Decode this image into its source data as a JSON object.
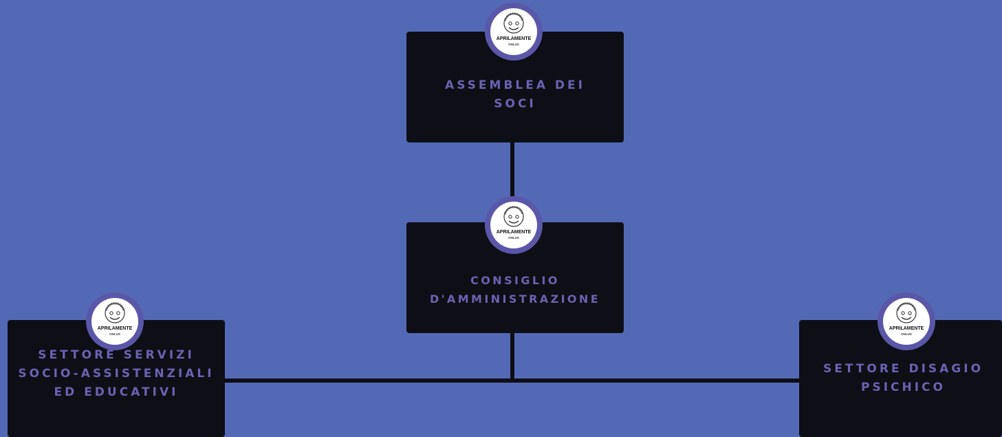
{
  "diagram": {
    "colors": {
      "background": "#5469b5",
      "box": "#0e0e16",
      "label": "#6a63b2",
      "connector": "#0e0e16",
      "badge_ring": "#5a56a8"
    },
    "logo": {
      "icon": "smiley-face-logo-icon",
      "name": "APRILAMENTE",
      "suffix": "ONLUS"
    },
    "nodes": {
      "assemblea": {
        "label": "ASSEMBLEA DEI SOCI"
      },
      "consiglio": {
        "label": "CONSIGLIO D'AMMINISTRAZIONE"
      },
      "servizi": {
        "label": "SETTORE SERVIZI SOCIO-ASSISTENZIALI ED EDUCATIVI"
      },
      "disagio": {
        "label": "SETTORE DISAGIO PSICHICO"
      }
    }
  }
}
